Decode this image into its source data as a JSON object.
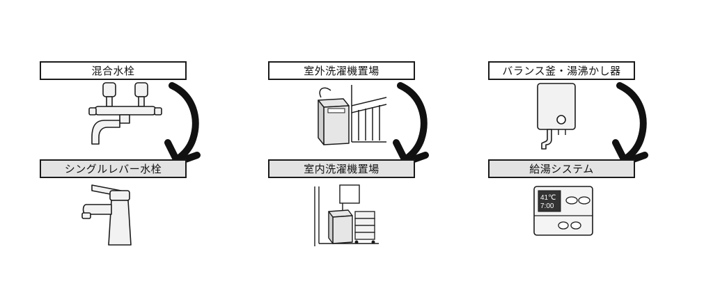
{
  "columns": [
    {
      "before": "混合水栓",
      "after": "シングルレバー水栓",
      "before_icon": "two-handle-faucet-icon",
      "after_icon": "single-lever-faucet-icon"
    },
    {
      "before": "室外洗濯機置場",
      "after": "室内洗濯機置場",
      "before_icon": "outdoor-washing-machine-icon",
      "after_icon": "indoor-washing-machine-icon"
    },
    {
      "before": "バランス釜・湯沸かし器",
      "after": "給湯システム",
      "before_icon": "water-heater-icon",
      "after_icon": "hot-water-controller-icon"
    }
  ],
  "controller": {
    "temperature": "41℃",
    "time": "7:00"
  },
  "colors": {
    "after_fill": "#e3e3e3",
    "stroke": "#1a1a1a",
    "arrow": "#111111"
  }
}
